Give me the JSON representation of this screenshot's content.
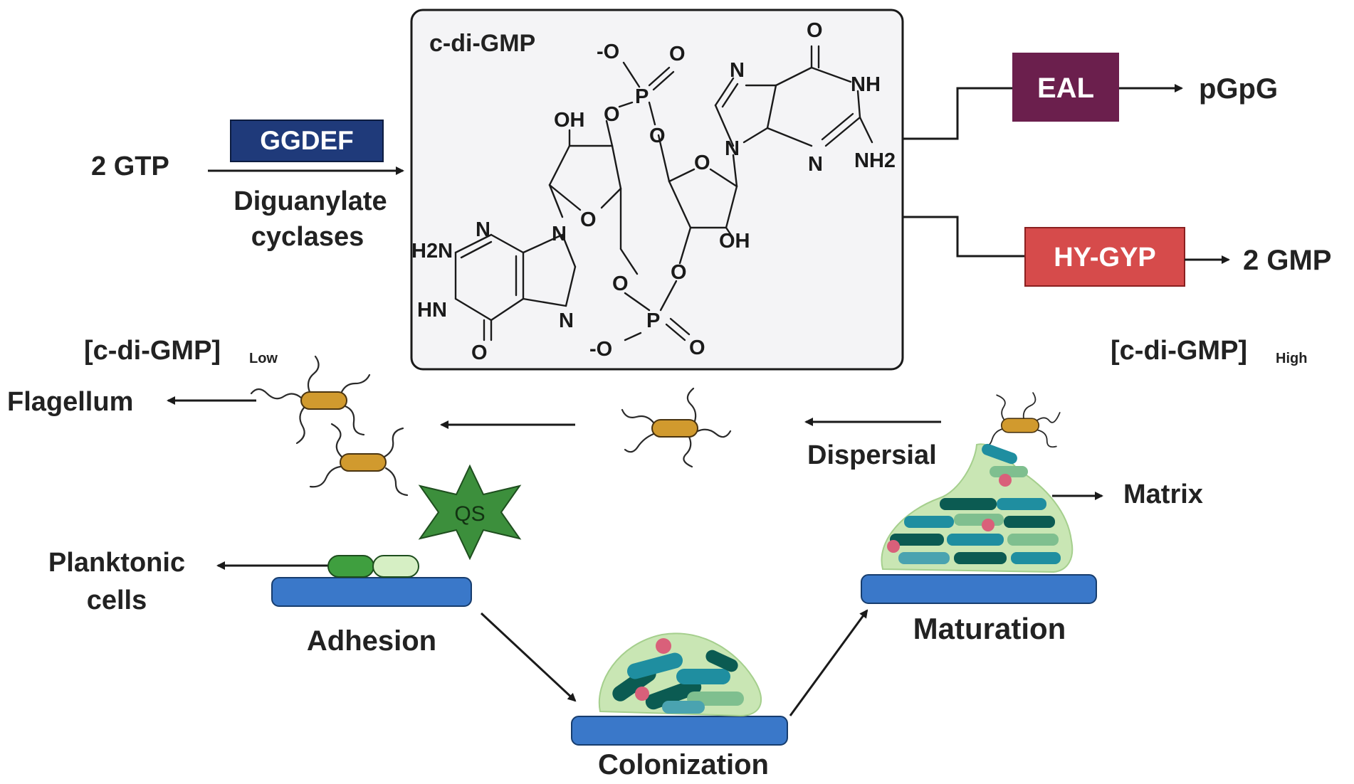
{
  "molecule": {
    "title": "c-di-GMP",
    "atoms": {
      "o_minus_top": "-O",
      "o_dbl_top": "O",
      "p_top": "P",
      "o_p_left": "O",
      "o_p_right": "O",
      "oh_left": "OH",
      "o_ring_left": "O",
      "n9_left": "N",
      "n_top_left": "N",
      "h2n": "H2N",
      "hn": "HN",
      "n_bottom_left": "N",
      "o_keto_left": "O",
      "o_ester_left": "O",
      "o_ester_right": "O",
      "p_bottom": "P",
      "o_minus_bottom": "-O",
      "o_dbl_bottom": "O",
      "o_ring_right": "O",
      "oh_right": "OH",
      "n9_right": "N",
      "n7_right": "N",
      "o_keto_right": "O",
      "nh": "NH",
      "n3_right": "N",
      "nh2": "NH2"
    }
  },
  "synthesis": {
    "substrate": "2 GTP",
    "enzyme_box": "GGDEF",
    "enzyme_line1": "Diguanylate",
    "enzyme_line2": "cyclases"
  },
  "degradation": [
    {
      "enzyme": "EAL",
      "product": "pGpG",
      "color": "#6b1f4d"
    },
    {
      "enzyme": "HY-GYP",
      "product": "2 GMP",
      "color": "#d64b4b"
    }
  ],
  "levels": {
    "low_main": "[c-di-GMP]",
    "low_sub": "Low",
    "high_main": "[c-di-GMP]",
    "high_sub": "High"
  },
  "lifecycle": {
    "flagellum": "Flagellum",
    "qs": "QS",
    "planktonic_line1": "Planktonic",
    "planktonic_line2": "cells",
    "adhesion": "Adhesion",
    "colonization": "Colonization",
    "maturation": "Maturation",
    "matrix": "Matrix",
    "dispersal": "Dispersial"
  },
  "colors": {
    "ggdef": "#1f3a7a",
    "surface": "#3a78c9",
    "bacterium": "#d19a2e",
    "qs_star": "#3c8f3c",
    "biofilm_matrix": "#c9e6b4",
    "teal": "#1f8ea0",
    "dark_teal": "#0b5b52",
    "pink": "#d9607a"
  }
}
